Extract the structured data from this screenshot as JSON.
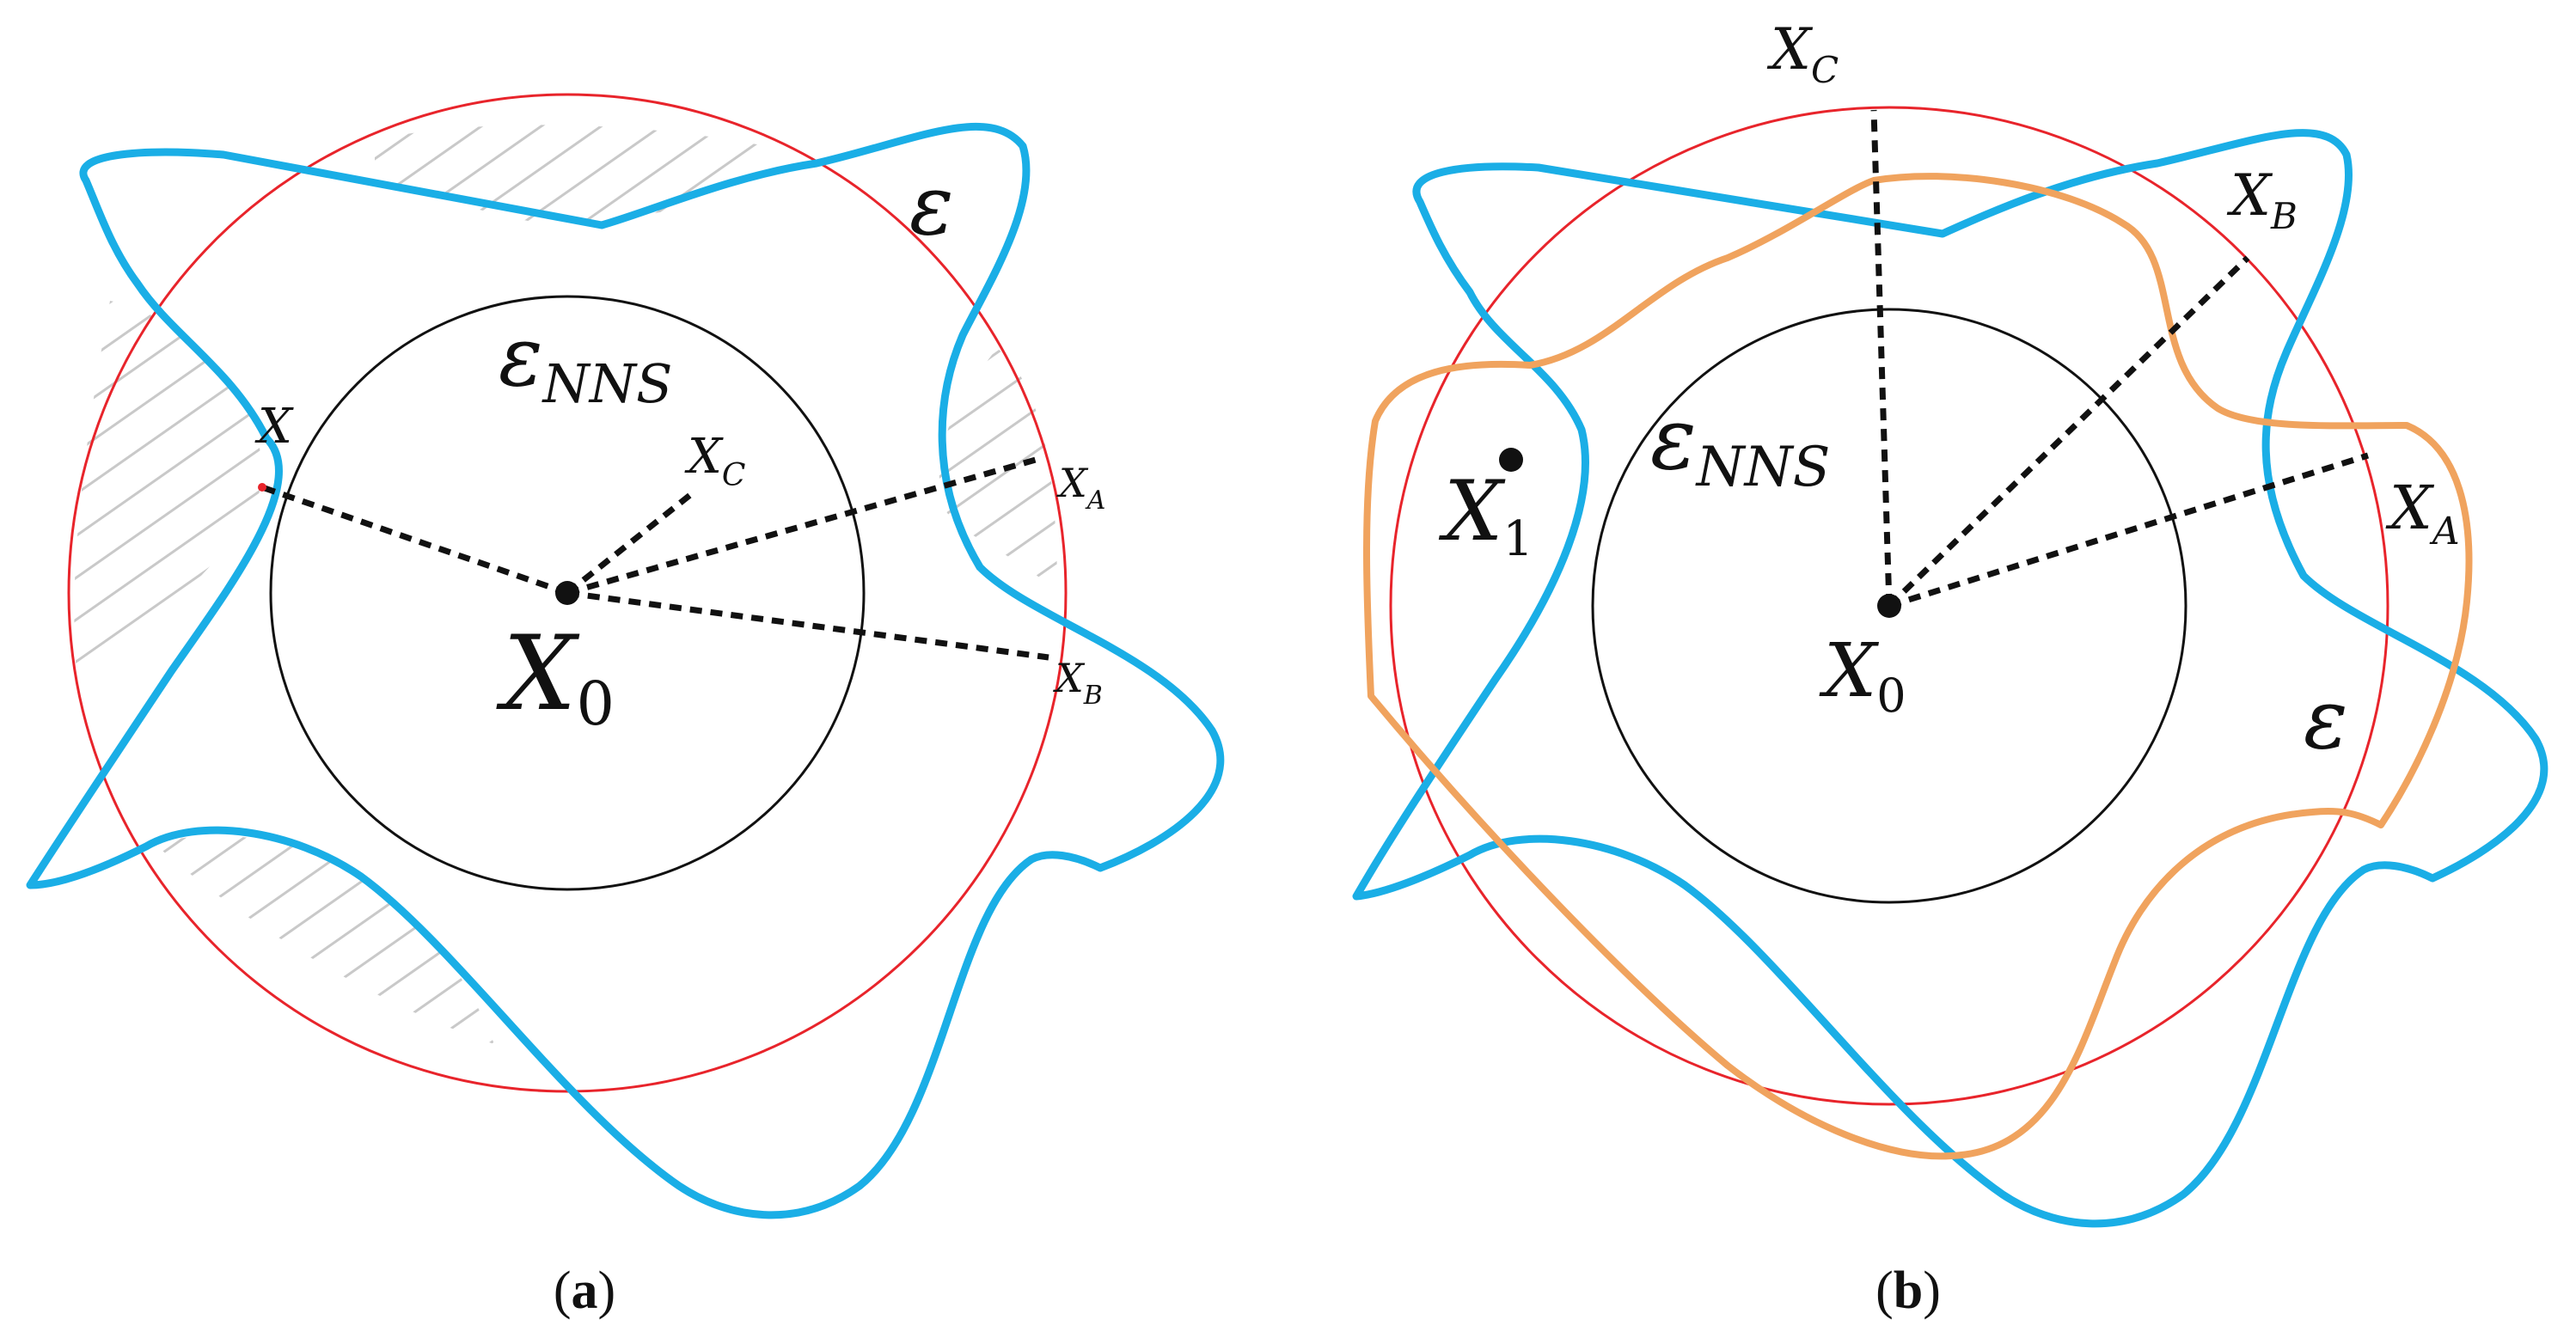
{
  "panel_a": {
    "epsilon": "ε",
    "epsilon_nns": {
      "main": "ε",
      "sub": "NNS"
    },
    "point_x": "X",
    "point_x0": {
      "main": "X",
      "sub": "0"
    },
    "point_xa": {
      "main": "X",
      "sub": "A"
    },
    "point_xb": {
      "main": "X",
      "sub": "B"
    },
    "point_xc": {
      "main": "X",
      "sub": "C"
    },
    "caption": {
      "open": "(",
      "letter": "a",
      "close": ")"
    }
  },
  "panel_b": {
    "epsilon": "ε",
    "epsilon_nns": {
      "main": "ε",
      "sub": "NNS"
    },
    "point_x0": {
      "main": "X",
      "sub": "0"
    },
    "point_x1": {
      "main": "X",
      "sub": "1"
    },
    "point_xa": {
      "main": "X",
      "sub": "A"
    },
    "point_xb": {
      "main": "X",
      "sub": "B"
    },
    "point_xc": {
      "main": "X",
      "sub": "C"
    },
    "caption": {
      "open": "(",
      "letter": "b",
      "close": ")"
    }
  },
  "colors": {
    "boundary_blue": "#1aaee6",
    "boundary_orange": "#f0a35e",
    "circle_red": "#e8242b",
    "circle_black": "#111111",
    "hatch_gray": "#c9c9c9"
  }
}
